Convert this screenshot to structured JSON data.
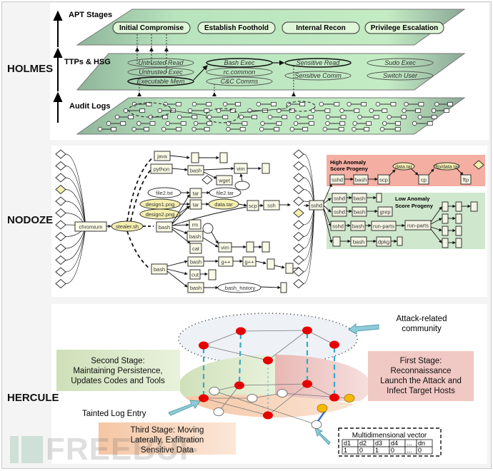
{
  "sections": {
    "holmes": {
      "label": "HOLMES",
      "layers": {
        "apt": "APT Stages",
        "ttp": "TTPs & HSG",
        "audit": "Audit Logs"
      },
      "apt_stages": [
        "Initial Compromise",
        "Establish Foothold",
        "Internal Recon",
        "Privilege Escalation"
      ],
      "ttps": {
        "col1": [
          "Untrusted Read",
          "Untrusted Exec",
          "Executable Mem"
        ],
        "col2": [
          "Bash Exec",
          "rc.common",
          "C&C Comms"
        ],
        "col3": [
          "Sensitive Read",
          "Sensitive Comm"
        ],
        "col4": [
          "Sudo Exec",
          "Switch User"
        ]
      }
    },
    "nodoze": {
      "label": "NODOZE",
      "nodes": {
        "chromium": "chromium",
        "stealer": "stealer.sh",
        "java": "java",
        "python": "python",
        "bash1": "bash",
        "vim1": "vim",
        "wget": "wget",
        "file2_txt": "file2.txt",
        "tar1": "tar",
        "file2_tar": "file2.tar",
        "design1": "design1.png",
        "design2": "design2.png",
        "tar2": "tar",
        "data_tar": "data.tar",
        "scp": "scp",
        "ssh": "ssh",
        "bash_main": "bash",
        "rm": "rm",
        "bash2": "bash",
        "cat": "cat",
        "vim2": "vim",
        "bash_low": "bash",
        "bash3": "bash",
        "gpp1": "g++",
        "gpp2": "g++",
        "cut": "cut",
        "bash4": "bash",
        "bash_history": ".bash_history",
        "sshd": "sshd"
      },
      "high_anomaly": {
        "title_line1": "High Anomaly",
        "title_line2": "Score Progeny",
        "chain": [
          "sshd",
          "bash",
          "scp",
          "data.tar",
          "cp",
          "/ftp/data.tar",
          "ftp"
        ]
      },
      "low_anomaly": {
        "title_line1": "Low  Anomaly",
        "title_line2": "Score Progeny",
        "row1": [
          "sshd",
          "bash"
        ],
        "row2": [
          "sshd",
          "bash",
          "grep"
        ],
        "row3": [
          "sshd",
          "bash",
          "run-parts",
          "run-parts"
        ],
        "row4": [
          "bash",
          "dpkg"
        ]
      }
    },
    "hercule": {
      "label": "HERCULE",
      "attack_community": [
        "Attack-related",
        "community"
      ],
      "second_stage": [
        "Second Stage:",
        "Maintaining Persistence,",
        "Updates Codes and Tools"
      ],
      "first_stage": [
        "First Stage:",
        "Reconnaissance",
        "Launch the Attack and",
        "Infect Target Hosts"
      ],
      "third_stage": [
        "Third Stage: Moving",
        "Laterally, Exfiltration",
        "Sensitive Data"
      ],
      "tainted": "Tainted Log Entry",
      "vector": {
        "title": "Multidimensional vector",
        "headers": [
          "d1",
          "d2",
          "d3",
          "d4",
          "...",
          "dn"
        ],
        "values": [
          "1",
          "0",
          "1",
          "0",
          "...",
          "0"
        ]
      }
    }
  },
  "watermark": "FREEBUF",
  "colors": {
    "plane_green": "#b8e6b8",
    "node_yellow": "#f7f3b0",
    "high_anomaly_bg": "#f4aea2",
    "low_anomaly_bg": "#cfe8cd",
    "red_node": "#e00000",
    "orange_node": "#f5b800",
    "link_blue": "#38a8c8"
  }
}
